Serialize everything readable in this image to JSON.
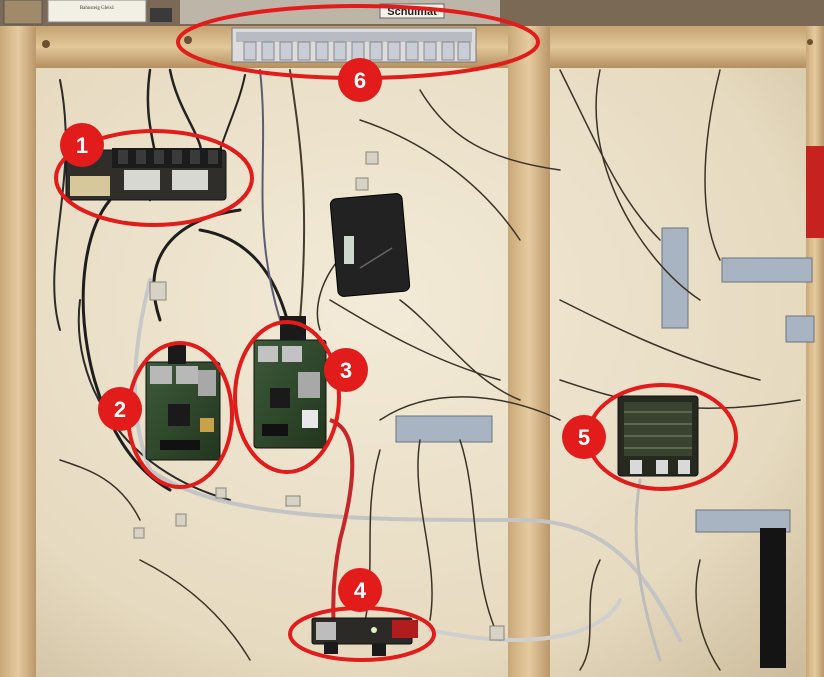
{
  "photo": {
    "sign_text": "Schulmat",
    "sign_plaque_text": "Bahnsteig Gleis1"
  },
  "markers": [
    {
      "label": "1"
    },
    {
      "label": "2"
    },
    {
      "label": "3"
    },
    {
      "label": "4"
    },
    {
      "label": "5"
    },
    {
      "label": "6"
    }
  ],
  "colors": {
    "marker_red": "#e21b1b",
    "board": "#ece2cc",
    "wood": "#d9b98a",
    "cable_red": "#c4262a"
  }
}
